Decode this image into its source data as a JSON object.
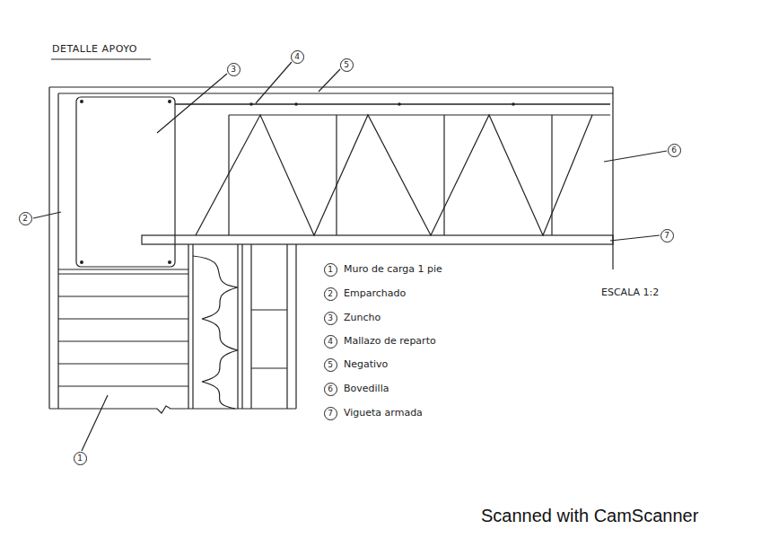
{
  "diagram": {
    "title": "DETALLE APOYO",
    "nodes": [
      {
        "text": [
          "4"
        ]
      },
      {
        "text": [
          "5"
        ]
      },
      {
        "text": [
          "3"
        ]
      },
      {
        "text": [
          "6"
        ]
      },
      {
        "text": [
          "2"
        ]
      },
      {
        "text": [
          "7"
        ]
      },
      {
        "text": [
          "1"
        ]
      },
      {
        "text": [
          "2"
        ]
      },
      {
        "text": [
          "3"
        ]
      },
      {
        "text": [
          "4"
        ]
      },
      {
        "text": [
          "5"
        ]
      },
      {
        "text": [
          "6"
        ]
      },
      {
        "text": [
          "7"
        ]
      },
      {
        "text": [
          "1"
        ]
      }
    ],
    "labels": [
      "Muro de carga 1 pie",
      "Emparchado",
      "Zuncho",
      "Mallazo de reparto",
      "Negativo",
      "Bovedilla",
      "Vigueta armada",
      "ESCALA 1:2",
      "Scanned with CamScanner"
    ]
  }
}
